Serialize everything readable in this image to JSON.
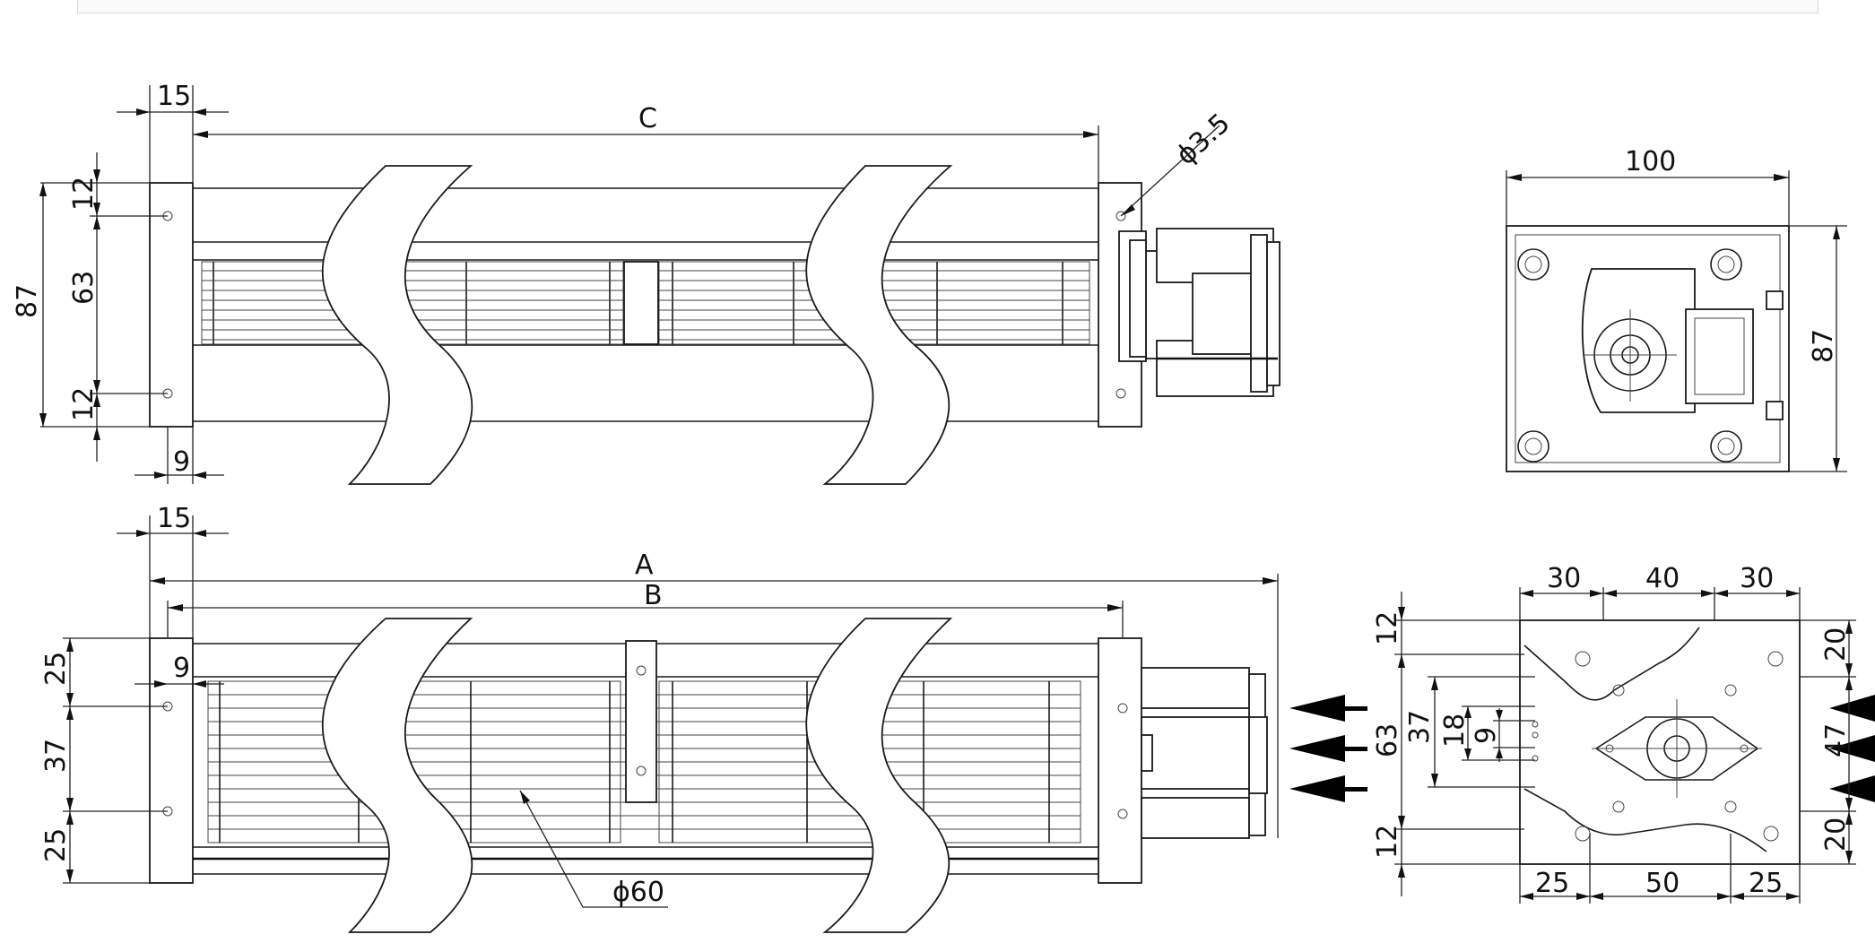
{
  "dimensions": {
    "top_view_width_15": "15",
    "top_view_length_c": "C",
    "top_view_hole_dia": "ϕ3.5",
    "top_view_height_87": "87",
    "top_view_height_63": "63",
    "top_view_upper_12": "12",
    "top_view_lower_12": "12",
    "top_view_offset_9": "9",
    "end_view_width_100": "100",
    "end_view_height_87": "87",
    "front_view_width_15": "15",
    "front_view_length_a": "A",
    "front_view_length_b": "B",
    "front_view_offset_9": "9",
    "front_view_upper_25": "25",
    "front_view_mid_37": "37",
    "front_view_lower_25": "25",
    "impeller_dia": "ϕ60",
    "plate_top_30_left": "30",
    "plate_top_40": "40",
    "plate_top_30_right": "30",
    "plate_left_12_upper": "12",
    "plate_left_63": "63",
    "plate_left_37": "37",
    "plate_left_18": "18",
    "plate_left_9": "9",
    "plate_left_12_lower": "12",
    "plate_right_20_upper": "20",
    "plate_right_47": "47",
    "plate_right_20_lower": "20",
    "plate_bottom_25_left": "25",
    "plate_bottom_50": "50",
    "plate_bottom_25_right": "25"
  }
}
